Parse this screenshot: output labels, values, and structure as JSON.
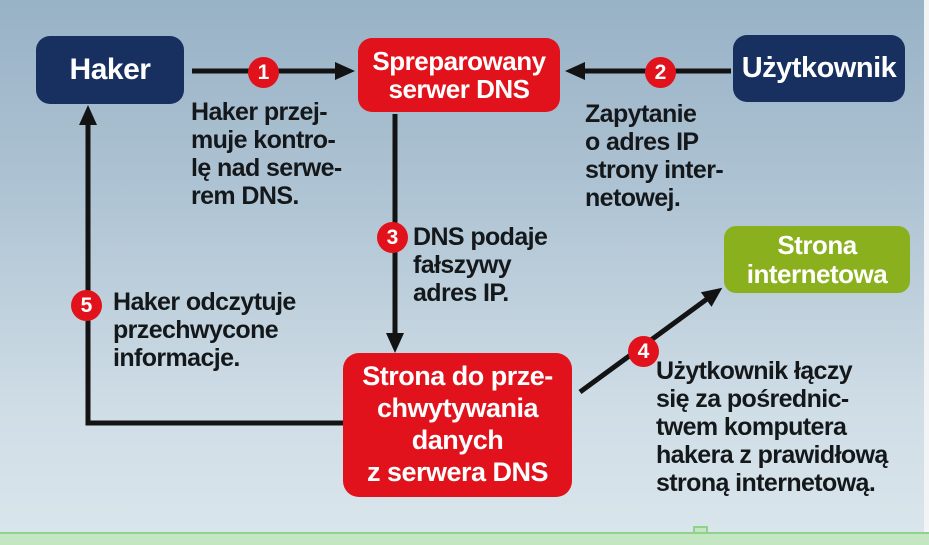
{
  "diagram": {
    "language": "pl",
    "topic": "DNS pharming attack flow",
    "nodes": {
      "haker": {
        "label": "Haker"
      },
      "fake_dns": {
        "label": [
          "Spreparowany",
          "serwer DNS"
        ]
      },
      "user": {
        "label": "Użytkownik"
      },
      "website": {
        "label": [
          "Strona",
          "internetowa"
        ]
      },
      "capture_site": {
        "label": [
          "Strona do prze-",
          "chwytywania",
          "danych",
          "z serwera DNS"
        ]
      }
    },
    "steps": [
      {
        "number": "1",
        "text": [
          "Haker przej-",
          "muje kontro-",
          "lę nad serwe-",
          "rem DNS."
        ]
      },
      {
        "number": "2",
        "text": [
          "Zapytanie",
          "o adres IP",
          "strony inter-",
          "netowej."
        ]
      },
      {
        "number": "3",
        "text": [
          "DNS podaje",
          "fałszywy",
          "adres IP."
        ]
      },
      {
        "number": "4",
        "text": [
          "Użytkownik łączy",
          "się za pośrednic-",
          "twem komputera",
          "hakera z prawidłową",
          "stroną internetową."
        ]
      },
      {
        "number": "5",
        "text": [
          "Haker odczytuje",
          "przechwycone",
          "informacje."
        ]
      }
    ],
    "colors": {
      "node_navy": "#17305f",
      "node_red": "#e1121b",
      "node_green": "#8bb01d",
      "step_badge": "#e1121b",
      "arrow": "#131313",
      "text": "#14181b",
      "background_top": "#98b2c6",
      "background_bottom": "#dae6ec",
      "footer_band": "#c5e6c2",
      "right_strip": "#f2f4f5"
    }
  }
}
